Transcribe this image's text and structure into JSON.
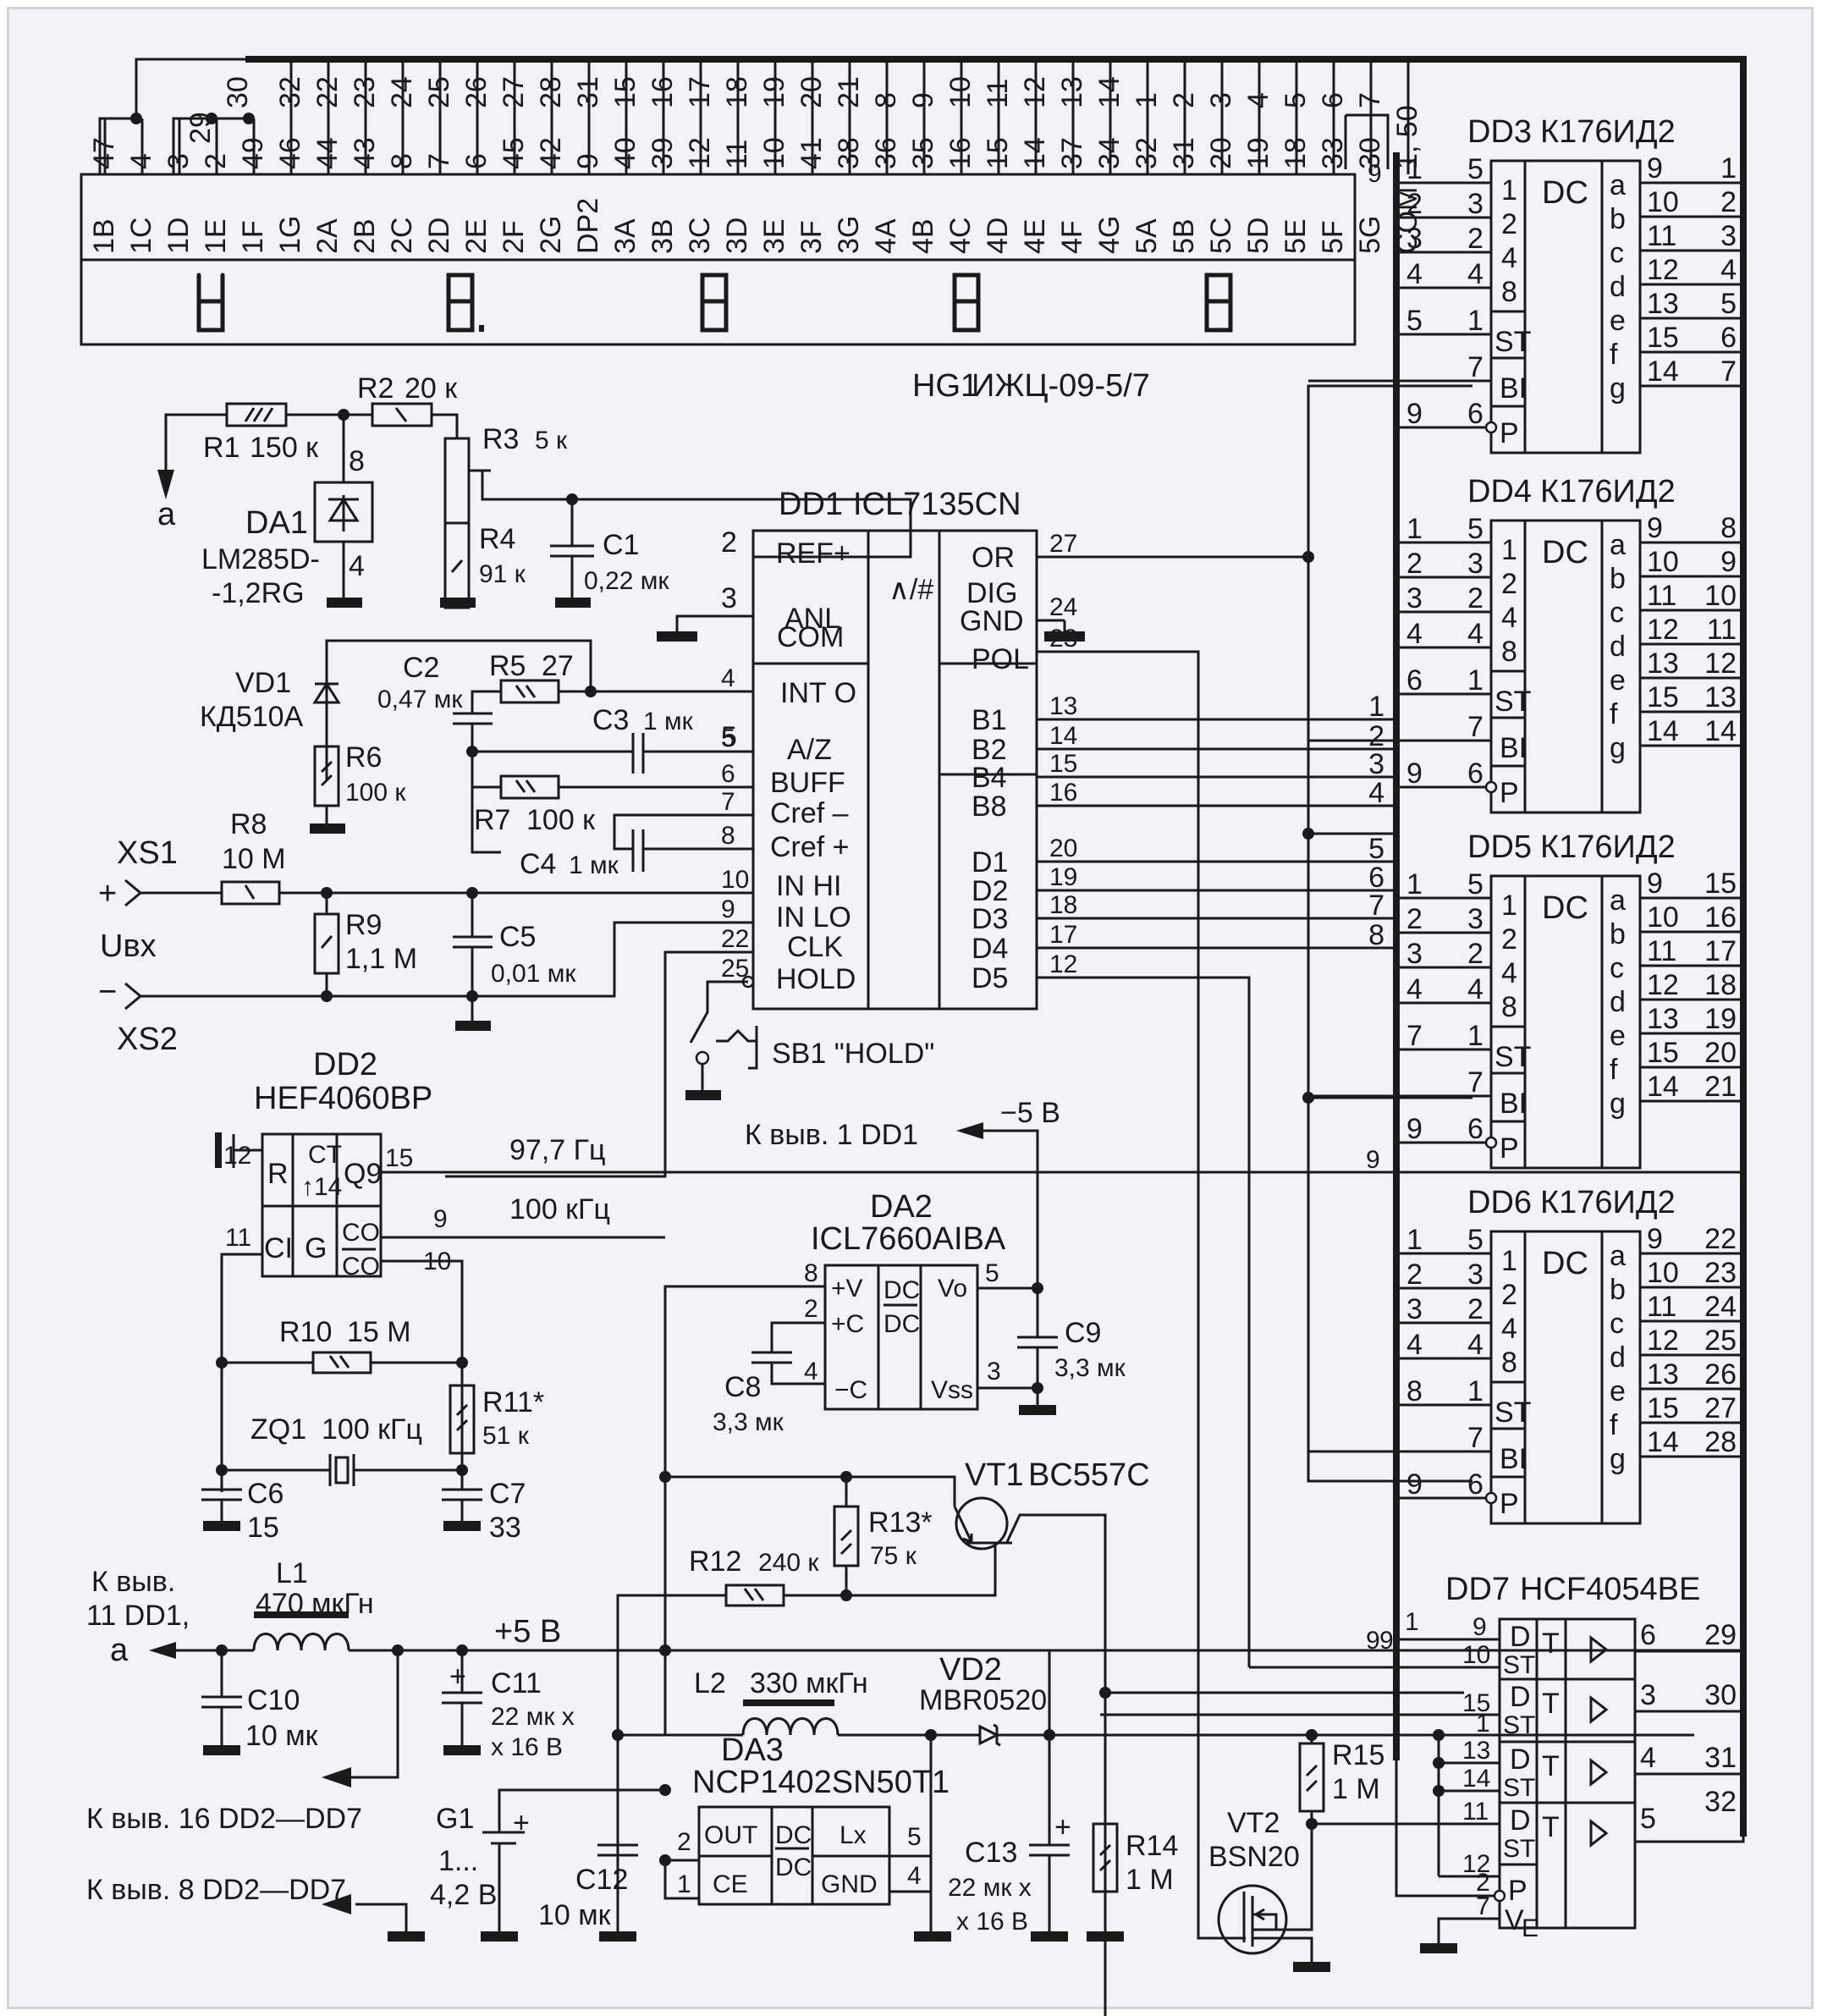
{
  "title": "Digital voltmeter schematic (ICL7135 + ИЖЦ-09-5/7 LCD)",
  "display": {
    "ref": "HG1",
    "part": "ИЖЦ-09-5/7",
    "upper_pins": [
      "29",
      "30",
      "32",
      "22",
      "23",
      "24",
      "25",
      "26",
      "27",
      "28",
      "31",
      "15",
      "16",
      "17",
      "18",
      "19",
      "20",
      "21",
      "8",
      "9",
      "10",
      "11",
      "12",
      "13",
      "14",
      "1",
      "2",
      "3",
      "4",
      "5",
      "6",
      "7"
    ],
    "lower_pins": [
      "47",
      "4",
      "3",
      "2",
      "49",
      "46",
      "44",
      "43",
      "8",
      "7",
      "6",
      "45",
      "42",
      "9",
      "40",
      "39",
      "12",
      "11",
      "10",
      "41",
      "38",
      "36",
      "35",
      "16",
      "15",
      "14",
      "37",
      "34",
      "32",
      "31",
      "20",
      "19",
      "18",
      "33",
      "30",
      "1, 50"
    ],
    "segments": [
      "1B",
      "1C",
      "1D",
      "1E",
      "1F",
      "1G",
      "2A",
      "2B",
      "2C",
      "2D",
      "2E",
      "2F",
      "2G",
      "DP2",
      "3A",
      "3B",
      "3C",
      "3D",
      "3E",
      "3F",
      "3G",
      "4A",
      "4B",
      "4C",
      "4D",
      "4E",
      "4F",
      "4G",
      "5A",
      "5B",
      "5C",
      "5D",
      "5E",
      "5F",
      "5G",
      "COM"
    ],
    "digits_shown": "1 8. 8 8 8"
  },
  "dd1": {
    "ref": "DD1",
    "part": "ICL7135CN",
    "symbol": "∧/#",
    "left_pins": [
      {
        "num": "2",
        "name": "REF+"
      },
      {
        "num": "3",
        "name": "ANL COM"
      },
      {
        "num": "4",
        "name": "INT O"
      },
      {
        "num": "5",
        "name": "A/Z"
      },
      {
        "num": "6",
        "name": "BUFF"
      },
      {
        "num": "7",
        "name": "Cref –"
      },
      {
        "num": "8",
        "name": "Cref +"
      },
      {
        "num": "10",
        "name": "IN HI"
      },
      {
        "num": "9",
        "name": "IN LO"
      },
      {
        "num": "22",
        "name": "CLK"
      },
      {
        "num": "25",
        "name": "HOLD"
      }
    ],
    "right_pins": [
      {
        "num": "27",
        "name": "OR"
      },
      {
        "num": "24",
        "name": "DIG GND"
      },
      {
        "num": "23",
        "name": "POL"
      },
      {
        "num": "13",
        "name": "B1"
      },
      {
        "num": "14",
        "name": "B2"
      },
      {
        "num": "15",
        "name": "B4"
      },
      {
        "num": "16",
        "name": "B8"
      },
      {
        "num": "20",
        "name": "D1"
      },
      {
        "num": "19",
        "name": "D2"
      },
      {
        "num": "18",
        "name": "D3"
      },
      {
        "num": "17",
        "name": "D4"
      },
      {
        "num": "12",
        "name": "D5"
      }
    ],
    "labels": {
      "anl": "ANL",
      "com": "COM",
      "dig": "DIG",
      "gnd": "GND"
    }
  },
  "decoders": [
    {
      "ref": "DD3",
      "part": "К176ИД2",
      "in_left": [
        "1",
        "2",
        "3",
        "4",
        "5",
        "",
        "9"
      ],
      "in_pins": [
        "5",
        "3",
        "2",
        "4",
        "1",
        "7",
        "6"
      ],
      "out_pins": [
        "9",
        "10",
        "11",
        "12",
        "13",
        "15",
        "14"
      ],
      "out_right": [
        "1",
        "2",
        "3",
        "4",
        "5",
        "6",
        "7"
      ]
    },
    {
      "ref": "DD4",
      "part": "К176ИД2",
      "in_left": [
        "1",
        "2",
        "3",
        "4",
        "6",
        "",
        "9"
      ],
      "in_pins": [
        "5",
        "3",
        "2",
        "4",
        "1",
        "7",
        "6"
      ],
      "out_pins": [
        "9",
        "10",
        "11",
        "12",
        "13",
        "15",
        "14"
      ],
      "out_right": [
        "8",
        "9",
        "10",
        "11",
        "12",
        "13",
        "14"
      ]
    },
    {
      "ref": "DD5",
      "part": "К176ИД2",
      "in_left": [
        "1",
        "2",
        "3",
        "4",
        "7",
        "",
        "9"
      ],
      "in_pins": [
        "5",
        "3",
        "2",
        "4",
        "1",
        "7",
        "6"
      ],
      "out_pins": [
        "9",
        "10",
        "11",
        "12",
        "13",
        "15",
        "14"
      ],
      "out_right": [
        "15",
        "16",
        "17",
        "18",
        "19",
        "20",
        "21"
      ]
    },
    {
      "ref": "DD6",
      "part": "К176ИД2",
      "in_left": [
        "1",
        "2",
        "3",
        "4",
        "8",
        "",
        "9"
      ],
      "in_pins": [
        "5",
        "3",
        "2",
        "4",
        "1",
        "7",
        "6"
      ],
      "out_pins": [
        "9",
        "10",
        "11",
        "12",
        "13",
        "15",
        "14"
      ],
      "out_right": [
        "22",
        "23",
        "24",
        "25",
        "26",
        "27",
        "28"
      ]
    }
  ],
  "decoder_labels": {
    "inputs": [
      "1",
      "2",
      "4",
      "8"
    ],
    "st": "ST",
    "bi": "BI",
    "p": "P",
    "dc": "DC",
    "outputs": [
      "a",
      "b",
      "c",
      "d",
      "e",
      "f",
      "g"
    ]
  },
  "bus_labels": {
    "b": [
      "1",
      "2",
      "3",
      "4"
    ],
    "d": [
      "5",
      "6",
      "7",
      "8"
    ],
    "nine": "9"
  },
  "dd7": {
    "ref": "DD7",
    "part": "HCF4054BE",
    "in_pins": [
      "9",
      "10",
      "15",
      "1",
      "13",
      "14",
      "11",
      "12",
      "2",
      "7"
    ],
    "cells": [
      {
        "d": "D",
        "st": "ST",
        "t": "T",
        "out": "6",
        "seg": "29"
      },
      {
        "d": "D",
        "st": "ST",
        "t": "T",
        "out": "3",
        "seg": "30"
      },
      {
        "d": "D",
        "st": "ST",
        "t": "T",
        "out": "4",
        "seg": "31"
      },
      {
        "d": "D",
        "st": "ST",
        "t": "T",
        "out": "5",
        "seg": "32"
      }
    ],
    "p": "P",
    "ve": "V",
    "ve_sub": "E",
    "bus_pin": "1",
    "bus_nine": "9"
  },
  "dd2": {
    "ref": "DD2",
    "part": "HEF4060BP",
    "pins": {
      "r": "12",
      "q9": "15",
      "ci": "11",
      "co": "9",
      "co_bar": "10"
    },
    "cells": {
      "r": "R",
      "ct": "CT",
      "ct2": "↑14",
      "q9": "Q9",
      "ci": "CI",
      "g": "G",
      "co": "CO",
      "co_bar": "CO"
    }
  },
  "da1": {
    "ref": "DA1",
    "part1": "LM285D-",
    "part2": "-1,2RG",
    "pin_top": "8",
    "pin_bot": "4"
  },
  "da2": {
    "ref": "DA2",
    "part": "ICL7660AIBA",
    "pins": {
      "v": "8",
      "c_plus": "2",
      "c_minus": "4",
      "vo": "5",
      "vss": "3"
    },
    "cells": {
      "v": "+V",
      "cp": "+C",
      "cm": "−C",
      "dc": "DC",
      "vo": "Vo",
      "vss": "Vss"
    }
  },
  "da3": {
    "ref": "DA3",
    "part": "NCP1402SN50T1",
    "pins": {
      "out": "2",
      "ce": "1",
      "lx": "5",
      "gnd": "4"
    },
    "cells": {
      "out": "OUT",
      "ce": "CE",
      "dc": "DC",
      "lx": "Lx",
      "gnd": "GND"
    }
  },
  "resistors": [
    {
      "ref": "R1",
      "value": "150 к"
    },
    {
      "ref": "R2",
      "value": "20 к"
    },
    {
      "ref": "R3",
      "value": "5 к"
    },
    {
      "ref": "R4",
      "value": "91 к"
    },
    {
      "ref": "R5",
      "value": "27"
    },
    {
      "ref": "R6",
      "value": "100 к"
    },
    {
      "ref": "R7",
      "value": "100 к"
    },
    {
      "ref": "R8",
      "value": "10 М"
    },
    {
      "ref": "R9",
      "value": "1,1 М"
    },
    {
      "ref": "R10",
      "value": "15 М"
    },
    {
      "ref": "R11*",
      "value": "51 к"
    },
    {
      "ref": "R12",
      "value": "240 к"
    },
    {
      "ref": "R13*",
      "value": "75 к"
    },
    {
      "ref": "R14",
      "value": "1 М"
    },
    {
      "ref": "R15",
      "value": "1 М"
    }
  ],
  "capacitors": [
    {
      "ref": "C1",
      "value": "0,22 мк"
    },
    {
      "ref": "C2",
      "value": "0,47 мк"
    },
    {
      "ref": "C3",
      "value": "1 мк"
    },
    {
      "ref": "C4",
      "value": "1 мк"
    },
    {
      "ref": "C5",
      "value": "0,01 мк"
    },
    {
      "ref": "C6",
      "value": "15"
    },
    {
      "ref": "C7",
      "value": "33"
    },
    {
      "ref": "C8",
      "value": "3,3 мк"
    },
    {
      "ref": "C9",
      "value": "3,3 мк"
    },
    {
      "ref": "C10",
      "value": "10 мк"
    },
    {
      "ref": "C11",
      "value": "22 мк х",
      "value2": "х 16 В"
    },
    {
      "ref": "C12",
      "value": "10 мк"
    },
    {
      "ref": "C13",
      "value": "22 мк х",
      "value2": "х 16 В"
    }
  ],
  "misc": {
    "vd1": {
      "ref": "VD1",
      "part": "КД510А"
    },
    "vd2": {
      "ref": "VD2",
      "part": "MBR0520"
    },
    "vt1": {
      "ref": "VT1",
      "part": "BC557C"
    },
    "vt2": {
      "ref": "VT2",
      "part": "BSN20"
    },
    "l1": {
      "ref": "L1",
      "value": "470 мкГн"
    },
    "l2": {
      "ref": "L2",
      "value": "330 мкГн"
    },
    "zq1": {
      "ref": "ZQ1",
      "value": "100 кГц"
    },
    "g1": {
      "ref": "G1",
      "value1": "1...",
      "value2": "4,2 В"
    },
    "sb1": {
      "ref": "SB1 \"HOLD\""
    },
    "xs1": "XS1",
    "xs2": "XS2",
    "uin": "Uвх",
    "plus": "+",
    "minus": "−",
    "freq1": "97,7 Гц",
    "freq2": "100 кГц",
    "neg5": "−5 В",
    "pos5": "+5 В",
    "to_pin1_dd1": "К выв. 1 DD1",
    "to_pin11_a": "К выв.",
    "to_pin11_b": "11 DD1,",
    "to_pin11_c": "а",
    "to_pin16": "К выв. 16 DD2—DD7",
    "to_pin8": "К выв. 8 DD2—DD7",
    "node_a": "а",
    "plus_sign": "+",
    "minus_sign": "−"
  }
}
